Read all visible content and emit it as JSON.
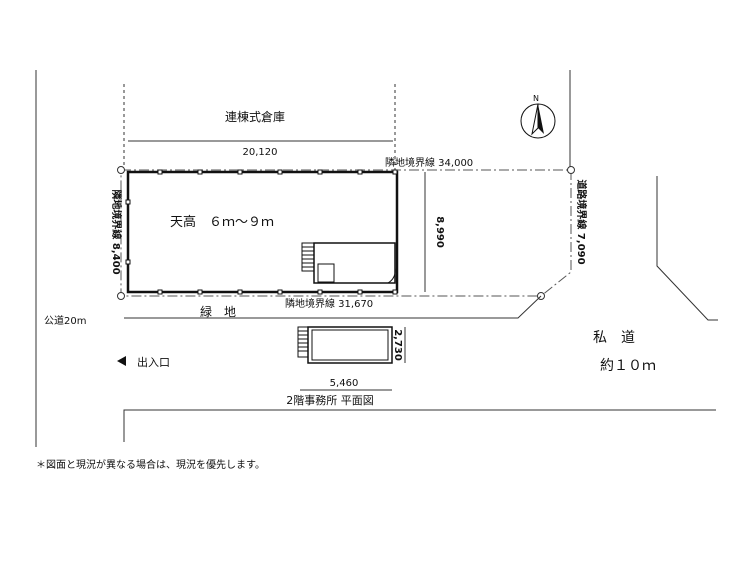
{
  "labels": {
    "warehouse": "連棟式倉庫",
    "width_top": "20,120",
    "boundary_north": "隣地境界線 34,000",
    "ceiling": "天高　６ｍ～９ｍ",
    "depth_right": "8,990",
    "boundary_left": "隣地境界線 8,400",
    "road_boundary": "道路境界線 7,090",
    "boundary_south": "隣地境界線 31,670",
    "green": "緑　地",
    "public_road": "公道20m",
    "entrance": "出入口",
    "private_road": "私　道",
    "private_road_width": "約１０ｍ",
    "office_depth": "2,730",
    "office_width": "5,460",
    "office_caption": "2階事務所 平面図",
    "footnote": "＊図面と現況が異なる場合は、現況を優先します。",
    "north": "N"
  },
  "icons": {
    "compass": "north-arrow-icon",
    "entrance_arrow": "triangle-left-icon"
  }
}
